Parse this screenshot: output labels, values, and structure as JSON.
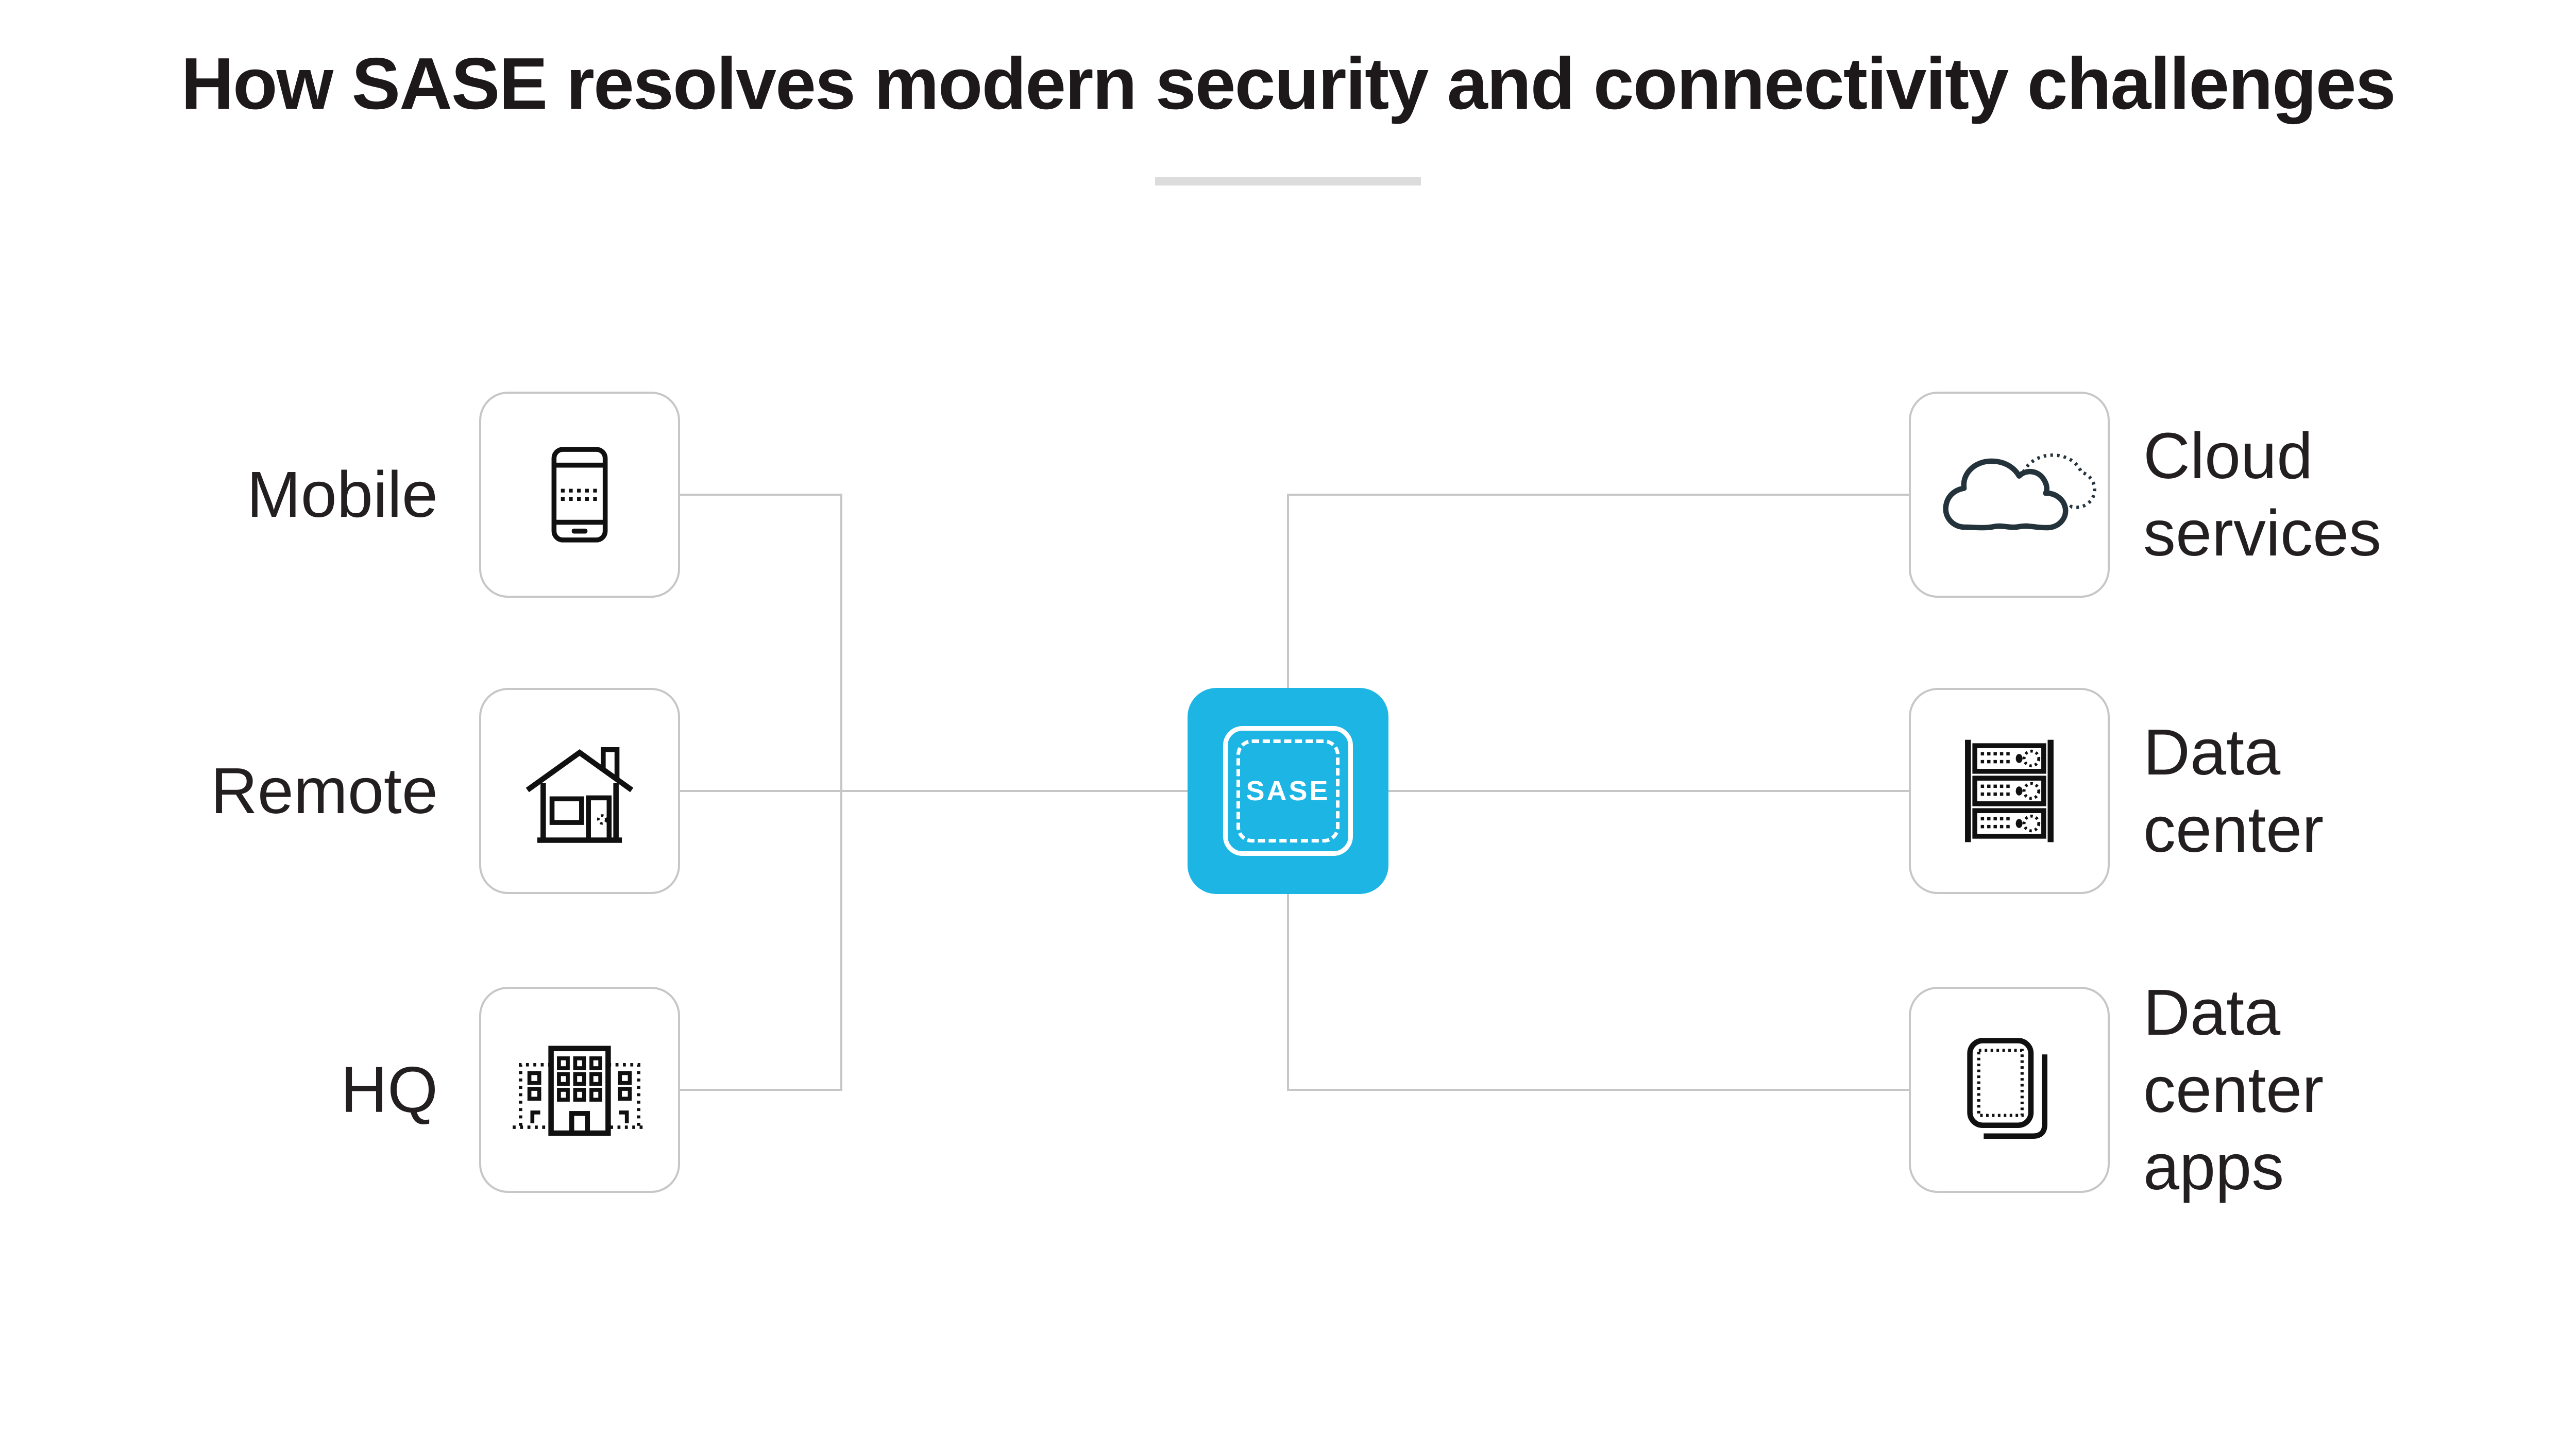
{
  "title": "How SASE resolves modern security and connectivity challenges",
  "hub": {
    "label": "SASE"
  },
  "left_nodes": [
    {
      "id": "mobile",
      "label": "Mobile",
      "icon": "smartphone-icon"
    },
    {
      "id": "remote",
      "label": "Remote",
      "icon": "house-icon"
    },
    {
      "id": "hq",
      "label": "HQ",
      "icon": "office-building-icon"
    }
  ],
  "right_nodes": [
    {
      "id": "cloud-services",
      "label": "Cloud\nservices",
      "icon": "cloud-icon"
    },
    {
      "id": "data-center",
      "label": "Data\ncenter",
      "icon": "server-rack-icon"
    },
    {
      "id": "data-center-apps",
      "label": "Data\ncenter\napps",
      "icon": "stacked-apps-icon"
    }
  ],
  "colors": {
    "accent": "#1db6e4",
    "connector": "#c6c6c6",
    "node_border": "#c7c7c7",
    "label_text": "#231f20",
    "title_text": "#1d191a",
    "icon_stroke": "#101010",
    "cloud_icon_stroke": "#24333b",
    "divider": "#dcdcdc",
    "background": "#ffffff",
    "hub_text": "#ffffff"
  }
}
